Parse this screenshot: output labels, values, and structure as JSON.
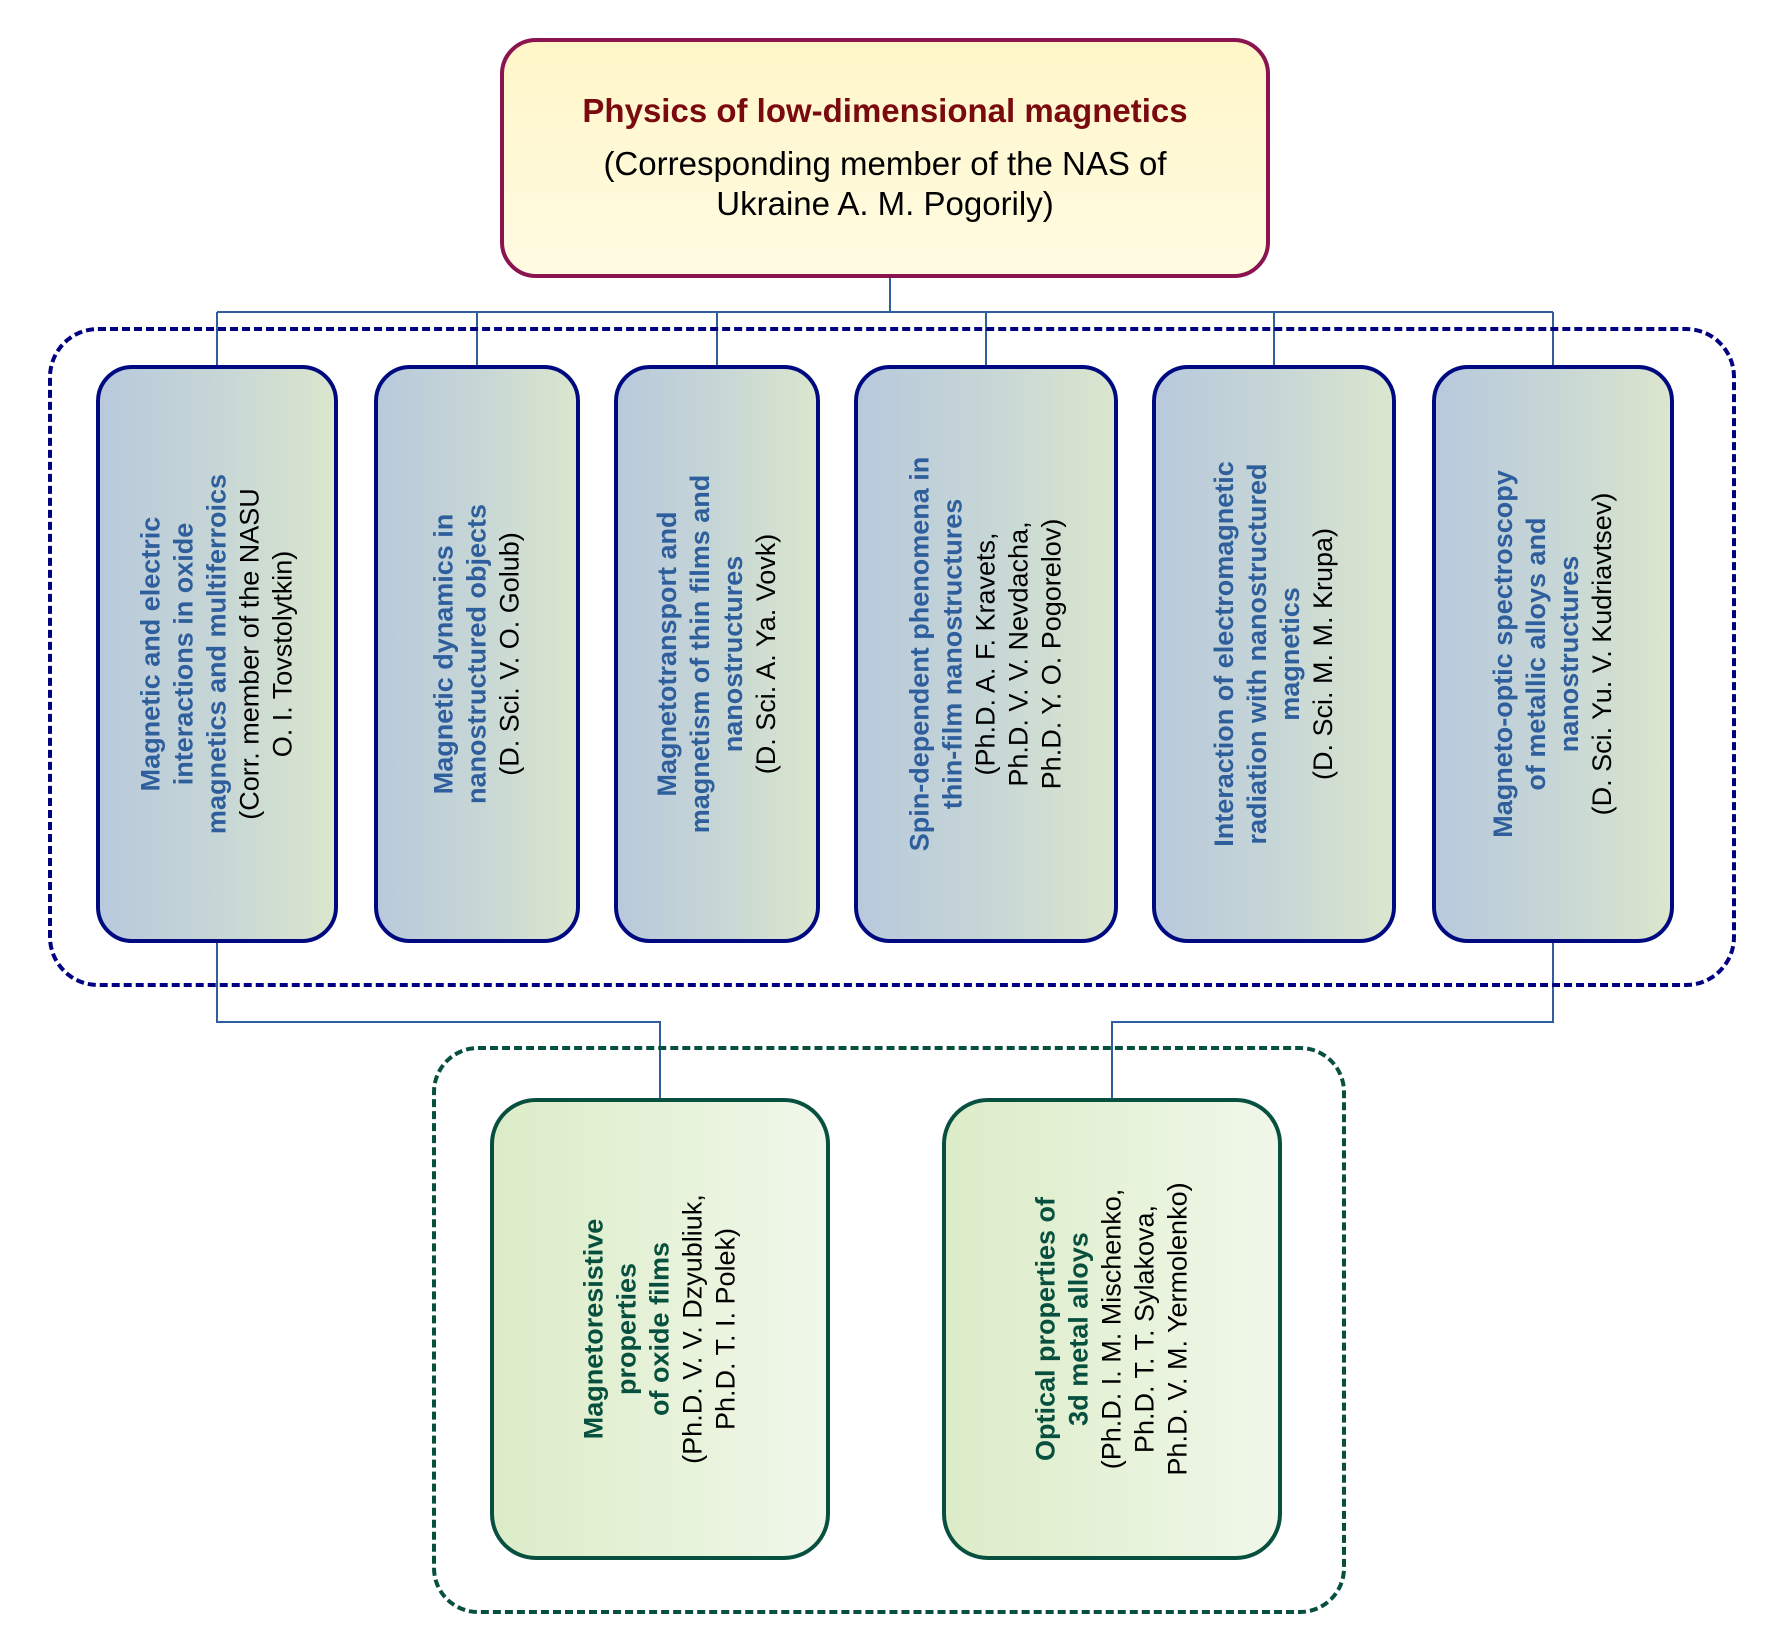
{
  "colors": {
    "root_border": "#8b1450",
    "root_title": "#7a0a10",
    "research_border": "#000a80",
    "research_title": "#2e5f9c",
    "sub_border": "#07503f",
    "connector": "#2e5f9c"
  },
  "root": {
    "title": "Physics of low-dimensional magnetics",
    "subtitle": "(Corresponding member of the NAS of Ukraine A. M. Pogorily)"
  },
  "research_groups": [
    {
      "title": "Magnetic and electric\ninteractions in oxide\nmagnetics and multiferroics",
      "people": "(Corr. member of the NASU\nO. I. Tovstolytkin)"
    },
    {
      "title": "Magnetic dynamics in\nnanostructured objects",
      "people": "(D. Sci. V. O. Golub)"
    },
    {
      "title": "Magnetotransport and\nmagnetism of thin films and\nnanostructures",
      "people": "(D. Sci. A. Ya. Vovk)"
    },
    {
      "title": "Spin-dependent phenomena in\nthin-film nanostructures",
      "people": "(Ph.D. A. F. Kravets,\nPh.D. V. V. Nevdacha,\nPh.D. Y. O. Pogorelov)"
    },
    {
      "title": "Interaction of electromagnetic\nradiation with nanostructured\nmagnetics",
      "people": "(D. Sci. M. M. Krupa)"
    },
    {
      "title": "Magneto-optic spectroscopy\nof metallic alloys and\nnanostructures",
      "people": "(D. Sci. Yu. V. Kudriavtsev)"
    }
  ],
  "sub_groups": [
    {
      "title": "Magnetoresistive\nproperties\nof oxide films",
      "people": "(Ph.D. V. V. Dzyubliuk,\nPh.D. T. I. Polek)",
      "parent_index": 0
    },
    {
      "title": "Optical properties of\n3d metal alloys",
      "people": "(Ph.D. I. M. Mischenko,\nPh.D. T. T. Sylakova,\nPh.D. V. M. Yermolenko)",
      "parent_index": 5
    }
  ]
}
